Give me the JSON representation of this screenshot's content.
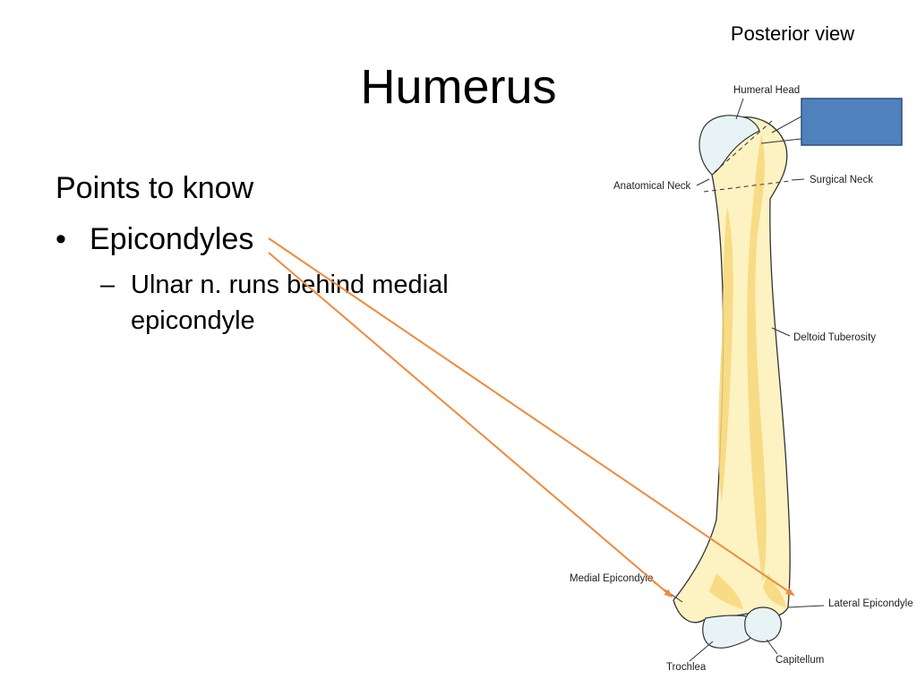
{
  "slide": {
    "view_label": "Posterior view",
    "title": "Humerus",
    "heading": "Points to know",
    "bullet_symbol": "•",
    "bullet": "Epicondyles",
    "sub_symbol": "–",
    "sub_bullet": "Ulnar n. runs behind medial epicondyle"
  },
  "diagram": {
    "labels": {
      "humeral_head": "Humeral Head",
      "anatomical_neck": "Anatomical Neck",
      "surgical_neck": "Surgical Neck",
      "deltoid_tuberosity": "Deltoid Tuberosity",
      "medial_epicondyle": "Medial Epicondyle",
      "lateral_epicondyle": "Lateral Epicondyle",
      "trochlea": "Trochlea",
      "capitellum": "Capitellum"
    },
    "colors": {
      "bone_fill": "#fdf2c2",
      "bone_shade": "#f7d77a",
      "cartilage": "#e8f3f6",
      "outline": "#333333",
      "arrow": "#f08a3c",
      "label_box_fill": "#4f81bd",
      "label_box_stroke": "#2f4f7a"
    }
  }
}
